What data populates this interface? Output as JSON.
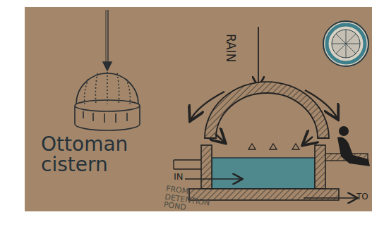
{
  "diagram": {
    "labels": [
      "Ottoman cistern",
      "RAIN",
      "IN",
      "FROM DETENTION POND",
      "TO"
    ]
  }
}
